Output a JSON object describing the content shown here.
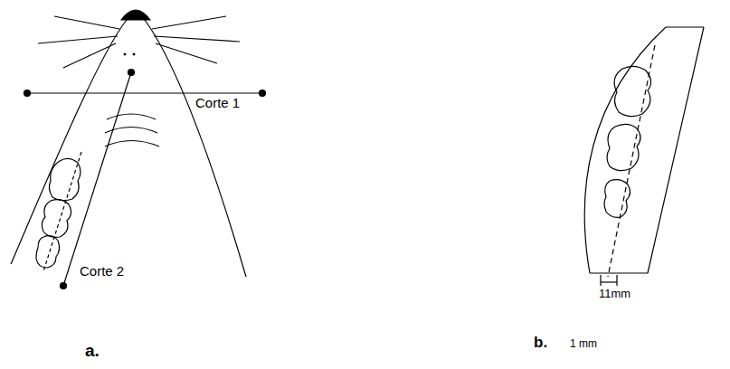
{
  "diagram": {
    "labels": [
      "Corte 1",
      "Corte 2",
      "11mm",
      "a.",
      "b.",
      "1 mm"
    ]
  }
}
